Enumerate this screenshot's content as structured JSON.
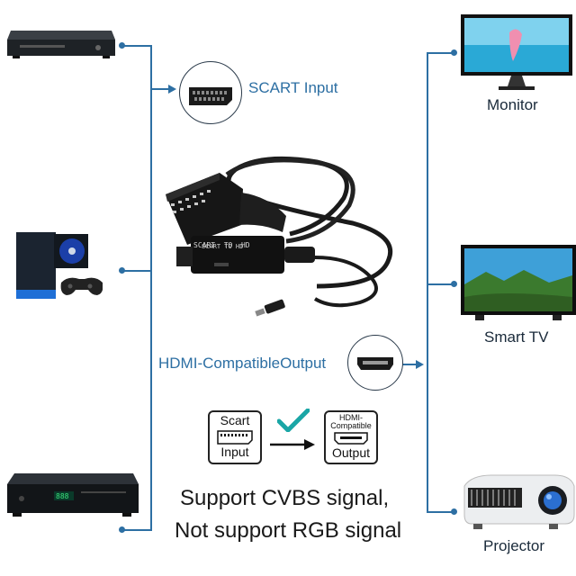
{
  "labels": {
    "scart_input": "SCART Input",
    "hdmi_output_prefix": "HDMI-Compatible",
    "hdmi_output_suffix": "Output",
    "monitor": "Monitor",
    "smart_tv": "Smart TV",
    "projector": "Projector"
  },
  "adapter_text": "SCART  TO  HD",
  "flow": {
    "scart_top": "Scart",
    "scart_bottom": "Input",
    "hdmi_top": "HDMI-",
    "hdmi_mid": "Compatible",
    "hdmi_bottom": "Output"
  },
  "notes": {
    "line1": "Support CVBS signal,",
    "line2": "Not support RGB signal"
  },
  "colors": {
    "accent_blue": "#2d6fa3",
    "check_teal": "#1aa6a6"
  }
}
